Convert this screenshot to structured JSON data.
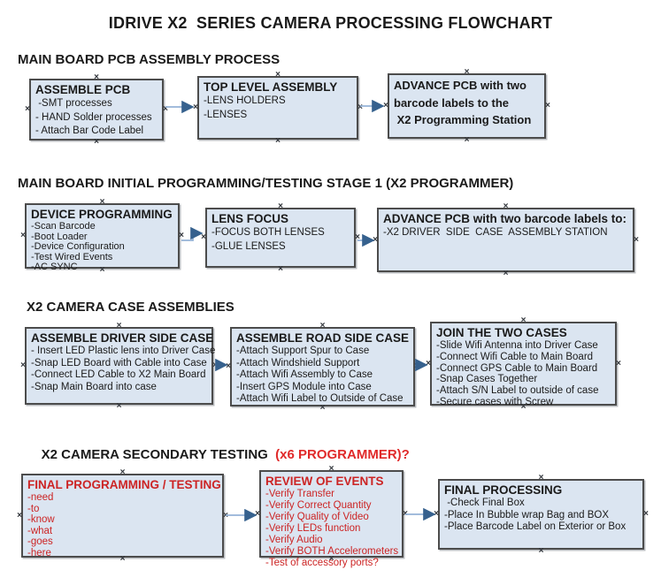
{
  "title": "IDRIVE X2  SERIES CAMERA PROCESSING FLOWCHART",
  "colors": {
    "background": "#ffffff",
    "text": "#1a1a1a",
    "box_fill": "#dbe5f1",
    "box_border": "#4c4c4c",
    "arrow_line": "#95b3d7",
    "arrow_head": "#36618e",
    "red_heading": "#e02a2a",
    "red_text": "#cc2424"
  },
  "sections": [
    {
      "heading": "MAIN BOARD PCB ASSEMBLY PROCESS",
      "boxes": [
        {
          "title": "ASSEMBLE PCB",
          "items": [
            " -SMT processes",
            "- HAND Solder processes",
            "- Attach Bar Code Label"
          ]
        },
        {
          "title": "TOP LEVEL ASSEMBLY",
          "items": [
            "-LENS HOLDERS",
            "-LENSES"
          ]
        },
        {
          "title_lines": [
            "ADVANCE PCB with two",
            "barcode labels to the",
            " X2 Programming Station"
          ]
        }
      ]
    },
    {
      "heading": "MAIN BOARD INITIAL PROGRAMMING/TESTING STAGE 1 (X2 PROGRAMMER)",
      "boxes": [
        {
          "title": "DEVICE PROGRAMMING",
          "items": [
            "-Scan Barcode",
            "-Boot Loader",
            "-Device Configuration",
            "-Test Wired Events",
            "-AC SYNC"
          ]
        },
        {
          "title": "LENS FOCUS",
          "items": [
            "-FOCUS BOTH LENSES",
            "-GLUE LENSES"
          ]
        },
        {
          "title": "ADVANCE PCB with two barcode labels to:",
          "items": [
            "-X2 DRIVER  SIDE  CASE  ASSEMBLY STATION"
          ]
        }
      ]
    },
    {
      "heading": "X2 CAMERA CASE ASSEMBLIES",
      "boxes": [
        {
          "title": "ASSEMBLE DRIVER SIDE CASE",
          "items": [
            "- Insert LED Plastic lens into Driver Case",
            "-Snap LED Board with Cable into Case",
            "-Connect LED Cable to X2 Main Board",
            "-Snap Main Board into case"
          ]
        },
        {
          "title": "ASSEMBLE ROAD SIDE CASE",
          "items": [
            "-Attach Support Spur to Case",
            "-Attach Windshield Support",
            "-Attach Wifi Assembly to Case",
            "-Insert GPS Module into Case",
            "-Attach Wifi Label to Outside of Case"
          ]
        },
        {
          "title": "JOIN THE TWO CASES",
          "items": [
            "-Slide Wifi Antenna into Driver Case",
            "-Connect Wifi Cable to Main Board",
            "-Connect GPS Cable to Main Board",
            "-Snap Cases Together",
            "-Attach S/N Label to outside of case",
            "-Secure cases with Screw"
          ]
        }
      ]
    },
    {
      "heading": "X2 CAMERA SECONDARY TESTING  ",
      "heading_red": "(x6 PROGRAMMER)?",
      "boxes": [
        {
          "title": "FINAL PROGRAMMING / TESTING",
          "items": [
            "-need",
            "-to",
            "-know",
            "-what",
            "-goes",
            "-here"
          ]
        },
        {
          "title": "REVIEW OF EVENTS",
          "items": [
            "-Verify Transfer",
            "-Verify Correct Quantity",
            "-Verify Quality of Video",
            "-Verify LEDs function",
            "-Verify Audio",
            "-Verify BOTH Accelerometers",
            "-Test of accessory ports?"
          ]
        },
        {
          "title": "FINAL PROCESSING",
          "items": [
            " -Check Final Box",
            "-Place In Bubble wrap Bag and BOX",
            "-Place Barcode Label on Exterior or Box"
          ]
        }
      ]
    }
  ],
  "connections": [
    {
      "from": "ASSEMBLE PCB",
      "to": "TOP LEVEL ASSEMBLY"
    },
    {
      "from": "TOP LEVEL ASSEMBLY",
      "to": "ADVANCE PCB with two barcode labels to the X2 Programming Station"
    },
    {
      "from": "DEVICE PROGRAMMING",
      "to": "LENS FOCUS"
    },
    {
      "from": "LENS FOCUS",
      "to": "ADVANCE PCB with two barcode labels to:"
    },
    {
      "from": "ASSEMBLE DRIVER SIDE CASE",
      "to": "ASSEMBLE ROAD SIDE CASE"
    },
    {
      "from": "ASSEMBLE ROAD SIDE CASE",
      "to": "JOIN THE TWO CASES"
    },
    {
      "from": "FINAL PROGRAMMING / TESTING",
      "to": "REVIEW OF EVENTS"
    },
    {
      "from": "REVIEW OF EVENTS",
      "to": "FINAL PROCESSING"
    }
  ]
}
